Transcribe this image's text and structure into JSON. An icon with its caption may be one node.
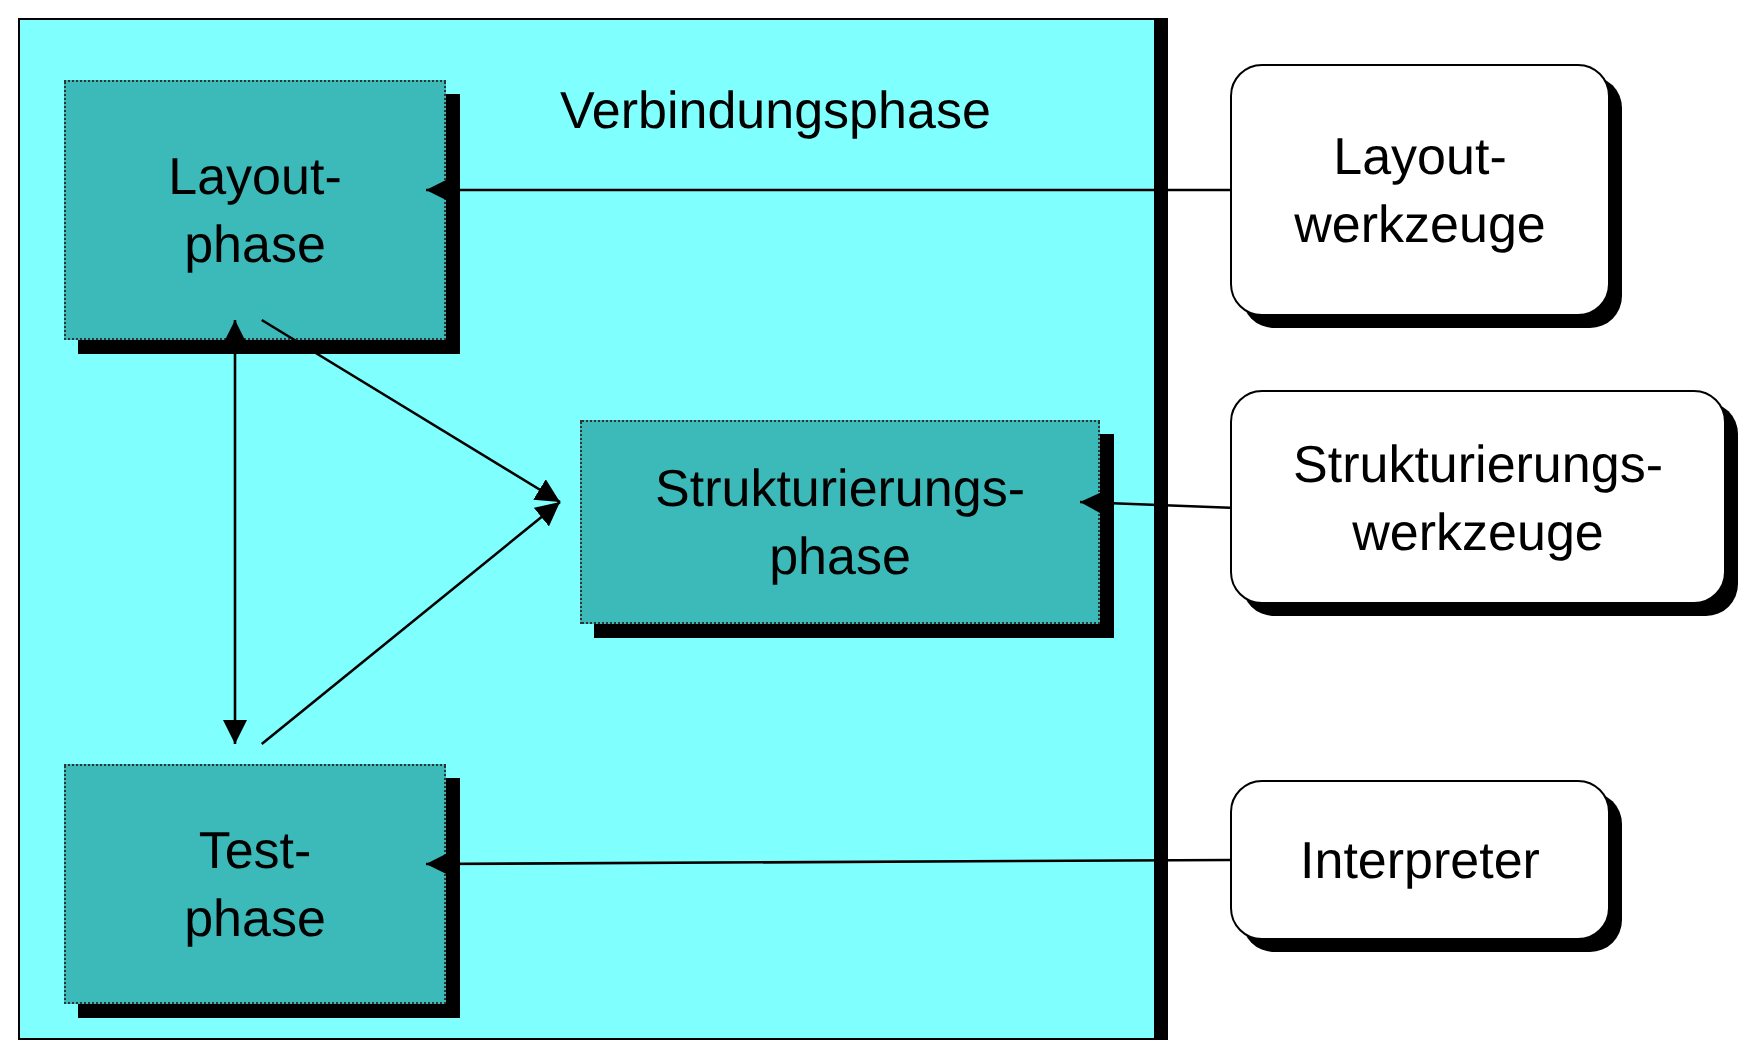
{
  "diagram": {
    "nodes": [
      {
        "text": [
          "Verbindungsphase"
        ]
      },
      {
        "text": [
          "Layout- phase"
        ],
        "in": 0
      },
      {
        "text": [
          "Strukturierungs- phase"
        ],
        "in": 0
      },
      {
        "text": [
          "Test- phase"
        ],
        "in": 0
      },
      {
        "text": [
          "Layout- werkzeuge"
        ]
      },
      {
        "text": [
          "Strukturierungs- werkzeuge"
        ]
      },
      {
        "text": [
          "Interpreter"
        ]
      }
    ],
    "edges": [
      {
        "from": 4,
        "to": 1,
        "arrow": "to"
      },
      {
        "from": 5,
        "to": 2,
        "arrow": "to"
      },
      {
        "from": 6,
        "to": 3,
        "arrow": "to"
      },
      {
        "from": 1,
        "to": 3,
        "arrow": "both"
      },
      {
        "from": 1,
        "to": 2,
        "arrow": "to"
      },
      {
        "from": 3,
        "to": 2,
        "arrow": "to"
      }
    ]
  }
}
